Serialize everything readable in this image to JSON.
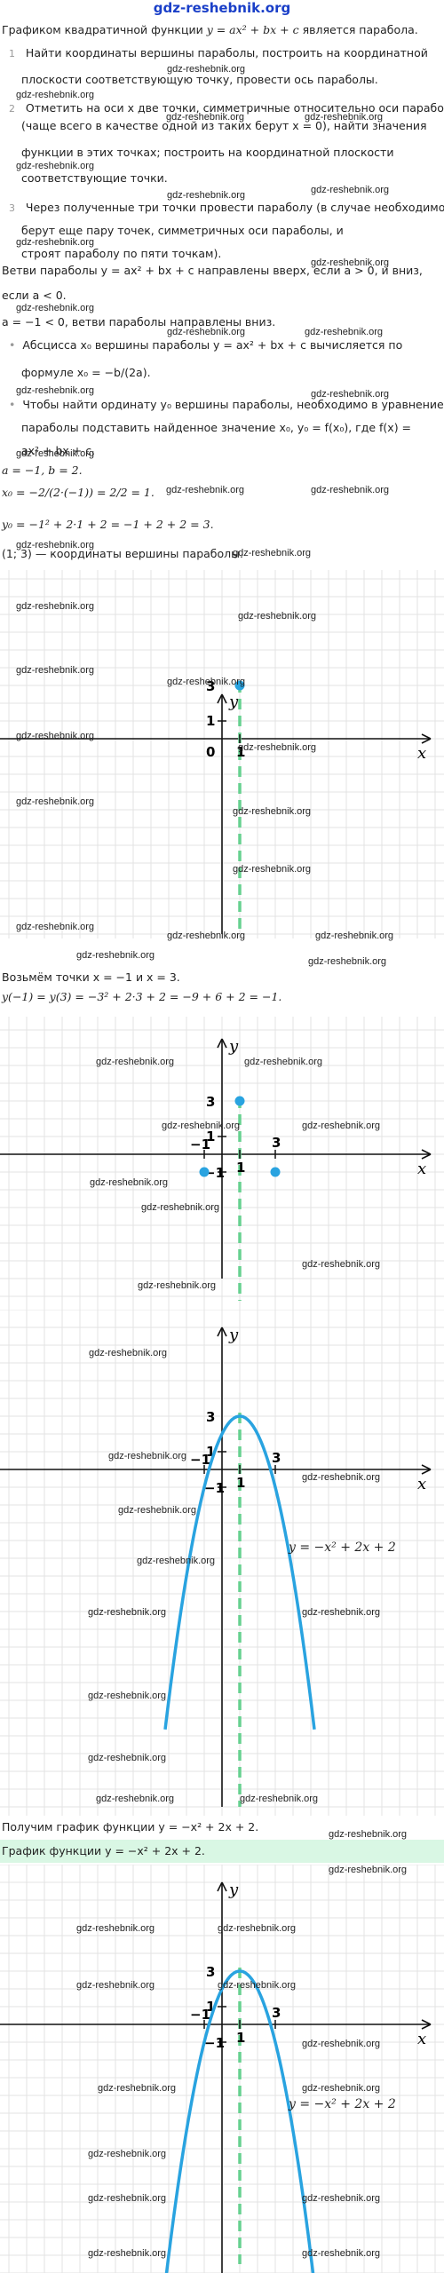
{
  "site": "gdz-reshebnik.org",
  "intro": [
    "Графиком квадратичной функции",
    "y = ax² + bx + c",
    "является парабола."
  ],
  "steps": [
    {
      "num": "1",
      "lines": [
        "Найти координаты вершины параболы, построить на координатной",
        "плоскости соответствующую точку, провести ось параболы."
      ]
    },
    {
      "num": "2",
      "lines": [
        "Отметить на оси x две точки, симметричные относительно оси параболы",
        "(чаще всего в качестве одной из таких берут x = 0), найти значения",
        "функции в этих точках; построить на координатной плоскости",
        "соответствующие точки."
      ]
    },
    {
      "num": "3",
      "lines": [
        "Через полученные три точки провести параболу (в случае необходимости",
        "берут еще пару точек, симметричных оси параболы, и",
        "строят параболу по пяти точкам)."
      ]
    }
  ],
  "branches": [
    "Ветви параболы y = ax² + bx + c направлены вверх, если a > 0, и вниз,",
    "если a < 0."
  ],
  "a_neg": "a = −1 < 0, ветви параболы направлены вниз.",
  "bullets": [
    {
      "lines": [
        "Абсцисса x₀ вершины параболы y = ax² + bx + c вычисляется по",
        "формуле x₀ = −b/(2a)."
      ]
    },
    {
      "lines": [
        "Чтобы найти ординату y₀ вершины параболы, необходимо в уравнение",
        "параболы подставить найденное значение x₀, y₀ = f(x₀), где f(x) =",
        "ax² + bx + c."
      ]
    }
  ],
  "calc": [
    "a = −1, b = 2.",
    "x₀ = −2/(2·(−1)) = 2/2 = 1.",
    "y₀ = −1² + 2·1 + 2 = −1 + 2 + 2 = 3.",
    "(1; 3) — координаты вершины параболы."
  ],
  "take_points": "Возьмём точки x = −1 и x = 3.",
  "eval_line": "y(−1) = y(3) = −3² + 2·3 + 2 = −9 + 6 + 2 = −1.",
  "got_graph": "Получим график функции y = −x² + 2x + 2.",
  "final_label": "График функции y = −x² + 2x + 2.",
  "curve_label": "y = −x² + 2x + 2",
  "axis": {
    "x": "x",
    "y": "y"
  },
  "ticks": {
    "zero": "0",
    "one": "1",
    "three": "3",
    "minus_one": "−1"
  },
  "colors": {
    "point": "#29a3e0",
    "curve": "#29a3e0",
    "axis_line": "#66d18f",
    "grid": "#e3e3e3",
    "title": "#1a3fc8",
    "highlight": "#d9f7e4"
  },
  "chart_data": [
    {
      "type": "scatter",
      "points": [
        {
          "x": 1,
          "y": 3
        }
      ],
      "axis_of_symmetry": 1
    },
    {
      "type": "scatter",
      "points": [
        {
          "x": 1,
          "y": 3
        },
        {
          "x": -1,
          "y": -1
        },
        {
          "x": 3,
          "y": -1
        }
      ],
      "axis_of_symmetry": 1
    },
    {
      "type": "line",
      "function": "y = -x^2 + 2x + 2",
      "points": [
        {
          "x": 1,
          "y": 3
        },
        {
          "x": -1,
          "y": -1
        },
        {
          "x": 3,
          "y": -1
        }
      ],
      "axis_of_symmetry": 1
    },
    {
      "type": "line",
      "function": "y = -x^2 + 2x + 2",
      "points": [
        {
          "x": 1,
          "y": 3
        },
        {
          "x": -1,
          "y": -1
        },
        {
          "x": 3,
          "y": -1
        }
      ],
      "axis_of_symmetry": 1
    }
  ]
}
